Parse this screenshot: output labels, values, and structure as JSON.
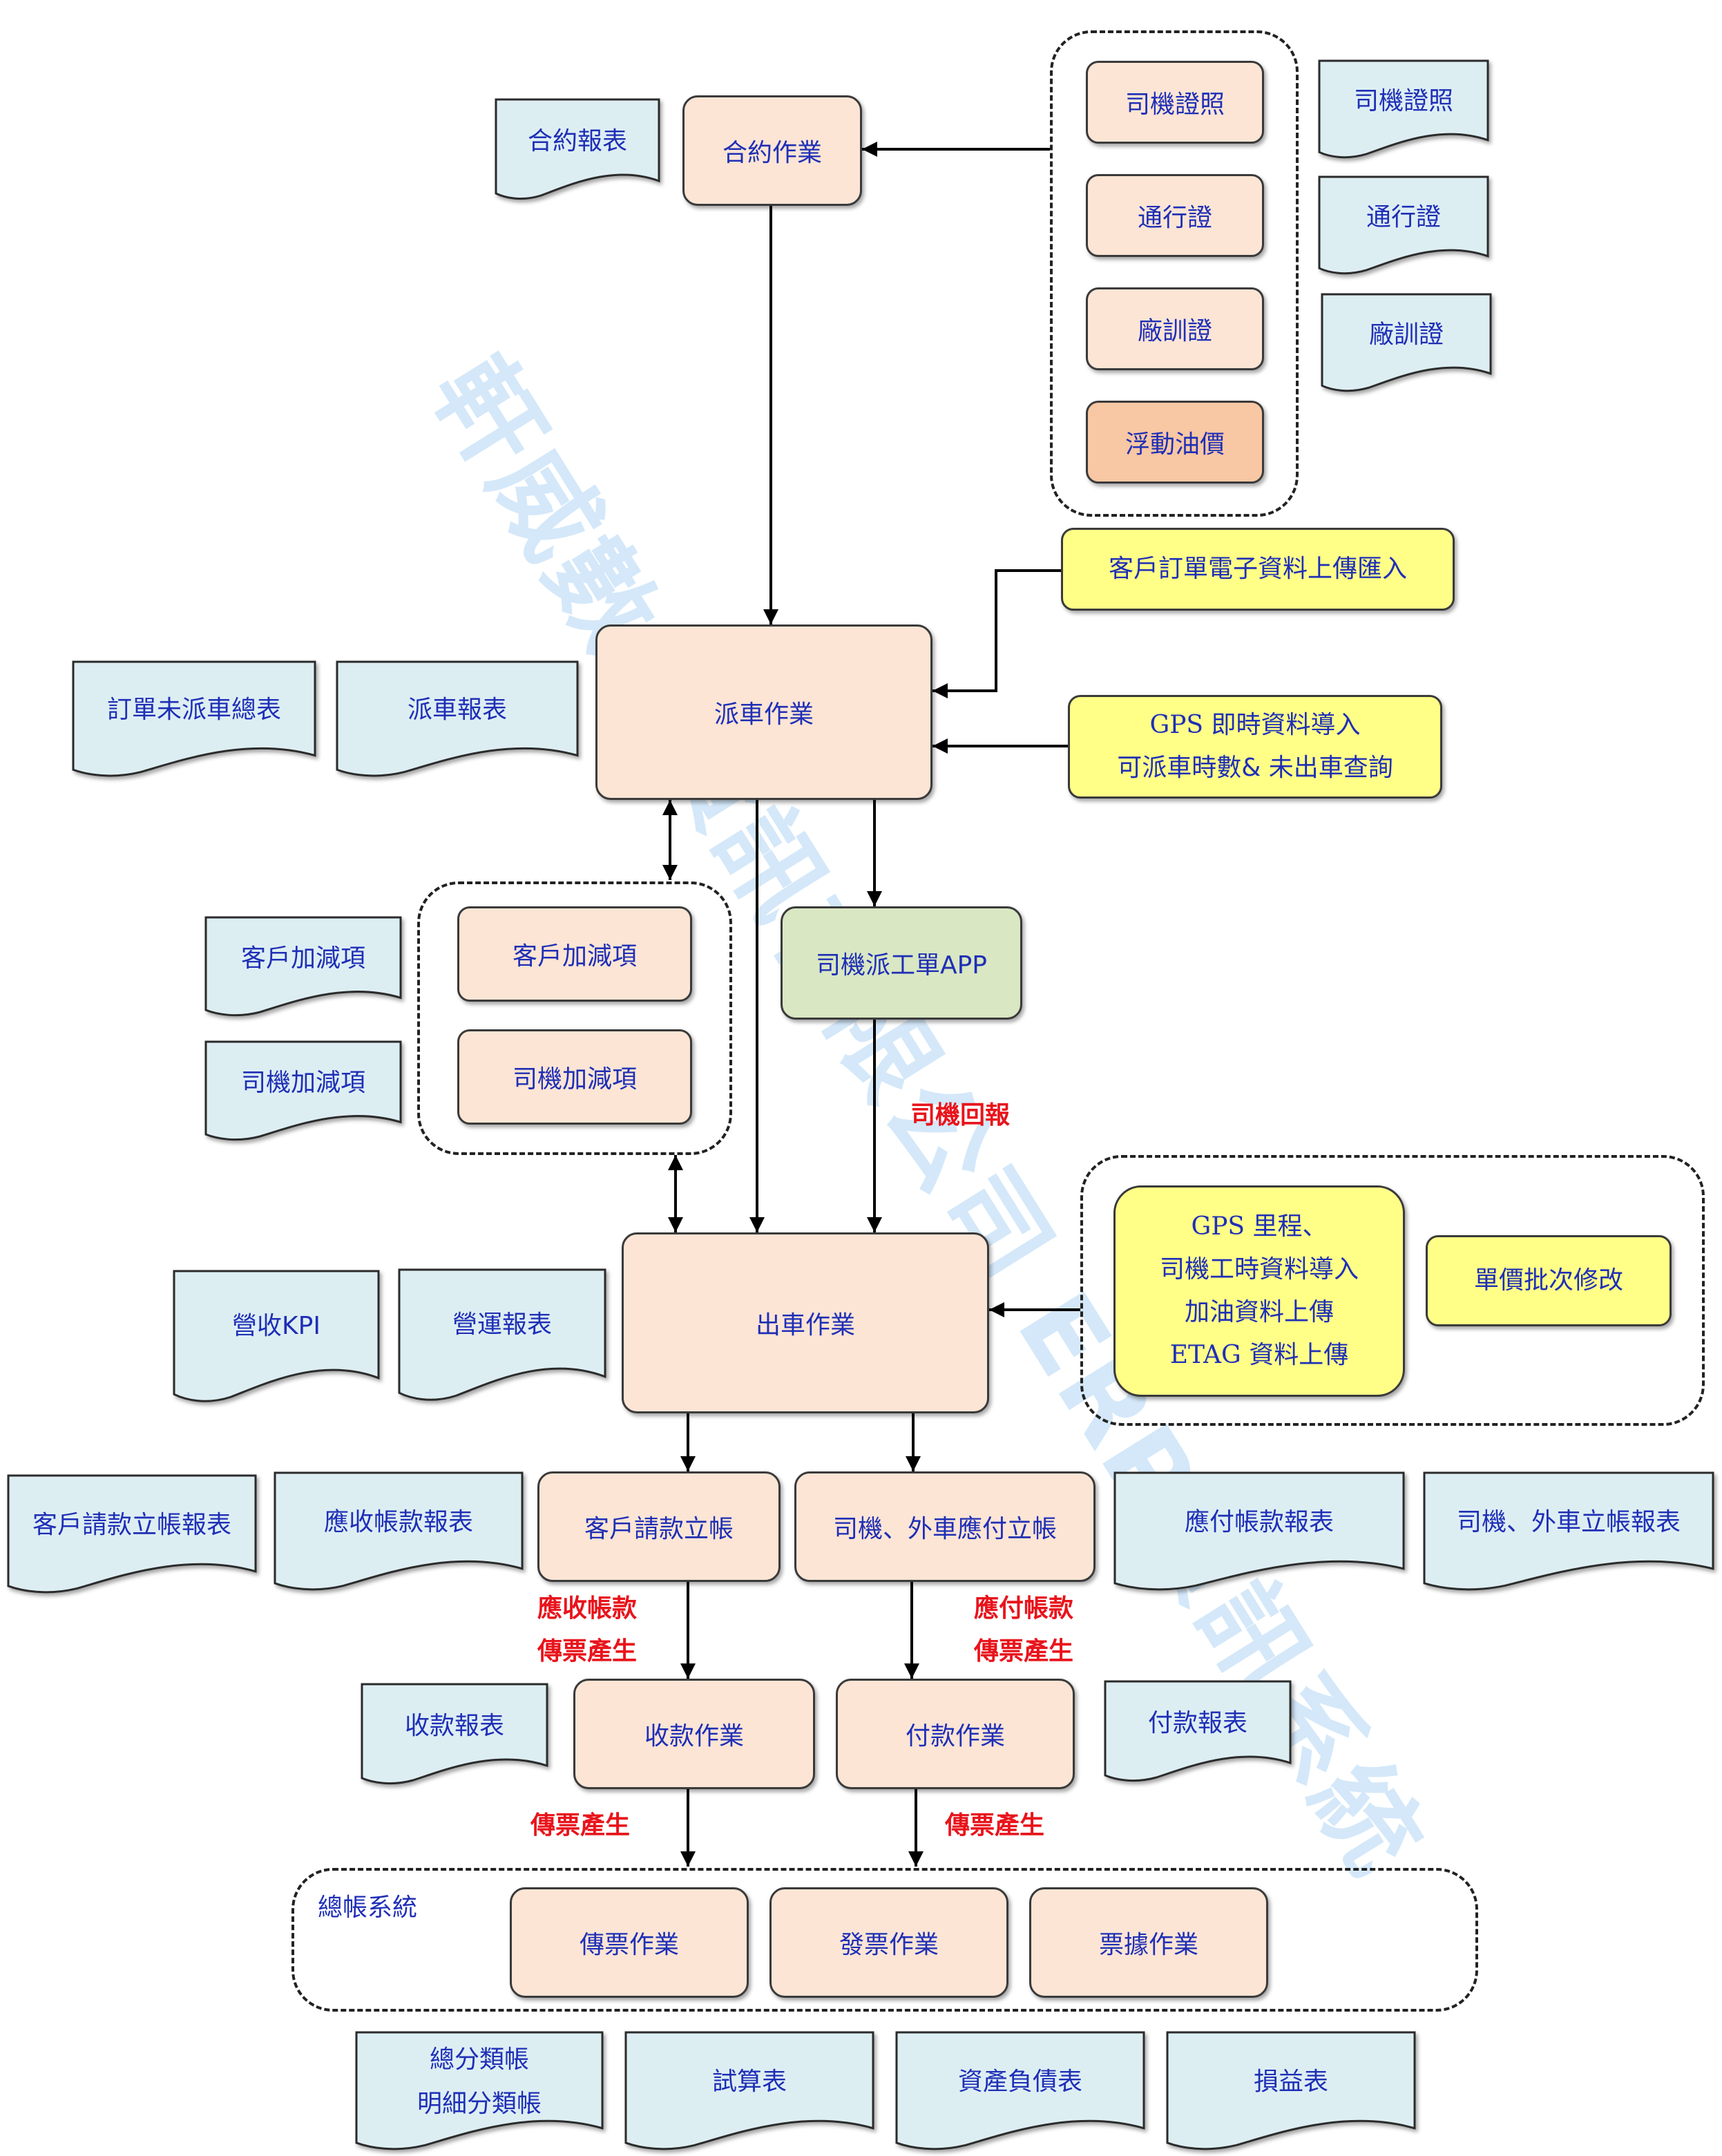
{
  "watermark": "軒威數位資訊有限公司 ERP資訊系統",
  "process": {
    "contract": "合約作業",
    "dispatch": "派車作業",
    "driver_app": "司機派工單APP",
    "departure": "出車作業",
    "customer_billing": "客戶請款立帳",
    "driver_payable": "司機、外車應付立帳",
    "collection": "收款作業",
    "payment": "付款作業",
    "voucher": "傳票作業",
    "invoice": "發票作業",
    "receipt": "票據作業"
  },
  "license_group": {
    "driver_license": "司機證照",
    "pass": "通行證",
    "factory_training": "廠訓證",
    "floating_oil": "浮動油價"
  },
  "adjust_group": {
    "customer_adjust": "客戶加減項",
    "driver_adjust": "司機加減項"
  },
  "gl_group": {
    "title": "總帳系統"
  },
  "inputs": {
    "order_upload": "客戶訂單電子資料上傳匯入",
    "gps_realtime_1": "GPS 即時資料導入",
    "gps_realtime_2": "可派車時數& 未出車查詢",
    "gps_mileage_1": "GPS 里程、",
    "gps_mileage_2": "司機工時資料導入",
    "gps_mileage_3": "加油資料上傳",
    "gps_mileage_4": "ETAG 資料上傳",
    "unit_price": "單價批次修改"
  },
  "reports": {
    "contract_report": "合約報表",
    "driver_license_doc": "司機證照",
    "pass_doc": "通行證",
    "factory_doc": "廠訓證",
    "undispatched_report": "訂單未派車總表",
    "dispatch_report": "派車報表",
    "customer_adjust_doc": "客戶加減項",
    "driver_adjust_doc": "司機加減項",
    "revenue_kpi": "營收KPI",
    "operation_report": "營運報表",
    "customer_billing_report": "客戶請款立帳報表",
    "receivable_report": "應收帳款報表",
    "payable_report": "應付帳款報表",
    "driver_billing_report": "司機、外車立帳報表",
    "collection_report": "收款報表",
    "payment_report": "付款報表",
    "gl_ledger_1": "總分類帳",
    "gl_ledger_2": "明細分類帳",
    "trial_balance": "試算表",
    "balance_sheet": "資產負債表",
    "income_statement": "損益表"
  },
  "flow_labels": {
    "driver_report": "司機回報",
    "receivable_1": "應收帳款",
    "receivable_2": "傳票產生",
    "payable_1": "應付帳款",
    "payable_2": "傳票產生",
    "voucher_left": "傳票產生",
    "voucher_right": "傳票產生"
  },
  "colors": {
    "process_fill": "#fce5d5",
    "oil_fill": "#f8c7a3",
    "app_fill": "#d9e7c3",
    "input_fill": "#ffff88",
    "doc_fill": "#ddeef3",
    "text_blue": "#1f2fb6",
    "label_red": "#e8141c"
  }
}
